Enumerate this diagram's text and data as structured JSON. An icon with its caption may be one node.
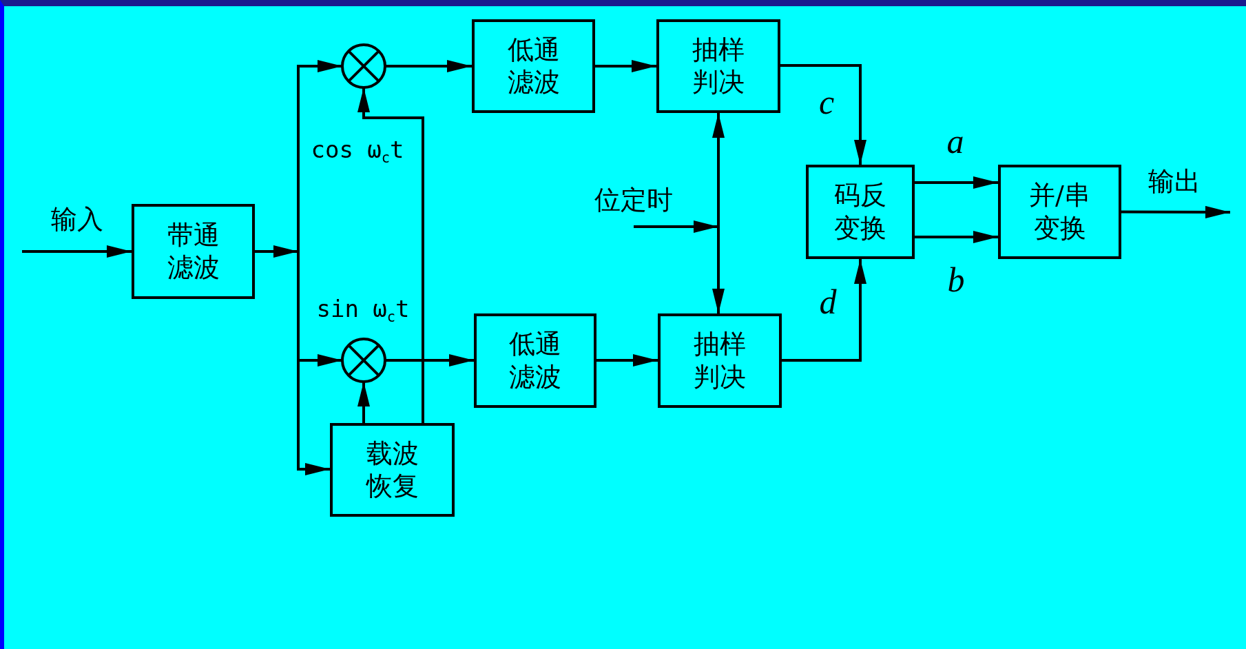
{
  "diagram": {
    "nodes": [
      {
        "text": [
          "带通滤波"
        ]
      },
      {
        "text": [],
        "shape": "circle"
      },
      {
        "text": [],
        "shape": "circle"
      },
      {
        "text": [
          "低通滤波"
        ]
      },
      {
        "text": [
          "抽样判决"
        ]
      },
      {
        "text": [
          "低通滤波"
        ]
      },
      {
        "text": [
          "抽样判决"
        ]
      },
      {
        "text": [
          "载波恢复"
        ]
      },
      {
        "text": [
          "位定时"
        ]
      },
      {
        "text": [
          "码反变换"
        ]
      },
      {
        "text": [
          "并/串变换"
        ]
      }
    ],
    "edges": [
      {
        "from": null,
        "to": 0,
        "arrow": "to"
      },
      {
        "from": 0,
        "to": 1,
        "arrow": "to"
      },
      {
        "from": 0,
        "to": 2,
        "arrow": "to"
      },
      {
        "from": 0,
        "to": 7,
        "arrow": "to"
      },
      {
        "from": 7,
        "to": 2,
        "arrow": "to"
      },
      {
        "from": 7,
        "to": 1,
        "arrow": "to"
      },
      {
        "from": 1,
        "to": 3,
        "arrow": "to"
      },
      {
        "from": 3,
        "to": 4,
        "arrow": "to"
      },
      {
        "from": 2,
        "to": 5,
        "arrow": "to"
      },
      {
        "from": 5,
        "to": 6,
        "arrow": "to"
      },
      {
        "from": 8,
        "to": 4,
        "arrow": "to"
      },
      {
        "from": 8,
        "to": 6,
        "arrow": "to"
      },
      {
        "from": 4,
        "to": 9,
        "arrow": "to",
        "label": "c"
      },
      {
        "from": 6,
        "to": 9,
        "arrow": "to",
        "label": "d"
      },
      {
        "from": 9,
        "to": 10,
        "arrow": "to",
        "label": "a"
      },
      {
        "from": 9,
        "to": 10,
        "arrow": "to",
        "label": "b"
      },
      {
        "from": 10,
        "to": null,
        "arrow": "to"
      }
    ],
    "labels": [
      "输入",
      "cos ω$_{c}$t",
      "sin ω$_{c}$t",
      "输出"
    ]
  }
}
